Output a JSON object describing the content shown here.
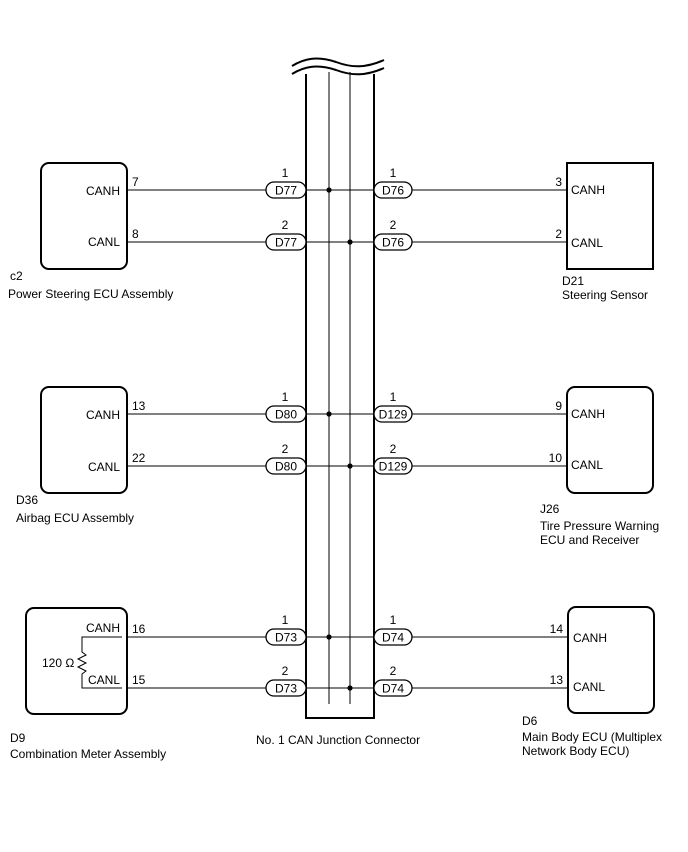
{
  "junction": {
    "label": "No. 1 CAN Junction Connector"
  },
  "components": {
    "ps_ecu": {
      "code": "c2",
      "name": [
        "Power Steering ECU Assembly"
      ],
      "canh": "CANH",
      "canl": "CANL"
    },
    "airbag": {
      "code": "D36",
      "name": [
        "Airbag ECU Assembly"
      ],
      "canh": "CANH",
      "canl": "CANL"
    },
    "meter": {
      "code": "D9",
      "name": [
        "Combination Meter Assembly"
      ],
      "canh": "CANH",
      "canl": "CANL",
      "resistor": "120 Ω"
    },
    "steer": {
      "code": "D21",
      "name": [
        "Steering Sensor"
      ],
      "canh": "CANH",
      "canl": "CANL"
    },
    "tpms": {
      "code": "J26",
      "name": [
        "Tire Pressure Warning",
        "ECU and Receiver"
      ],
      "canh": "CANH",
      "canl": "CANL"
    },
    "main": {
      "code": "D6",
      "name": [
        "Main Body ECU (Multiplex",
        "Network Body ECU)"
      ],
      "canh": "CANH",
      "canl": "CANL"
    }
  },
  "wires": [
    {
      "id": "ps-canh",
      "left_pin": "7",
      "left_conn": "D77",
      "left_conn_pin": "1",
      "right_conn": "D76",
      "right_conn_pin": "1",
      "right_pin": "3"
    },
    {
      "id": "ps-canl",
      "left_pin": "8",
      "left_conn": "D77",
      "left_conn_pin": "2",
      "right_conn": "D76",
      "right_conn_pin": "2",
      "right_pin": "2"
    },
    {
      "id": "airbag-canh",
      "left_pin": "13",
      "left_conn": "D80",
      "left_conn_pin": "1",
      "right_conn": "D129",
      "right_conn_pin": "1",
      "right_pin": "9"
    },
    {
      "id": "airbag-canl",
      "left_pin": "22",
      "left_conn": "D80",
      "left_conn_pin": "2",
      "right_conn": "D129",
      "right_conn_pin": "2",
      "right_pin": "10"
    },
    {
      "id": "meter-canh",
      "left_pin": "16",
      "left_conn": "D73",
      "left_conn_pin": "1",
      "right_conn": "D74",
      "right_conn_pin": "1",
      "right_pin": "14"
    },
    {
      "id": "meter-canl",
      "left_pin": "15",
      "left_conn": "D73",
      "left_conn_pin": "2",
      "right_conn": "D74",
      "right_conn_pin": "2",
      "right_pin": "13"
    }
  ]
}
